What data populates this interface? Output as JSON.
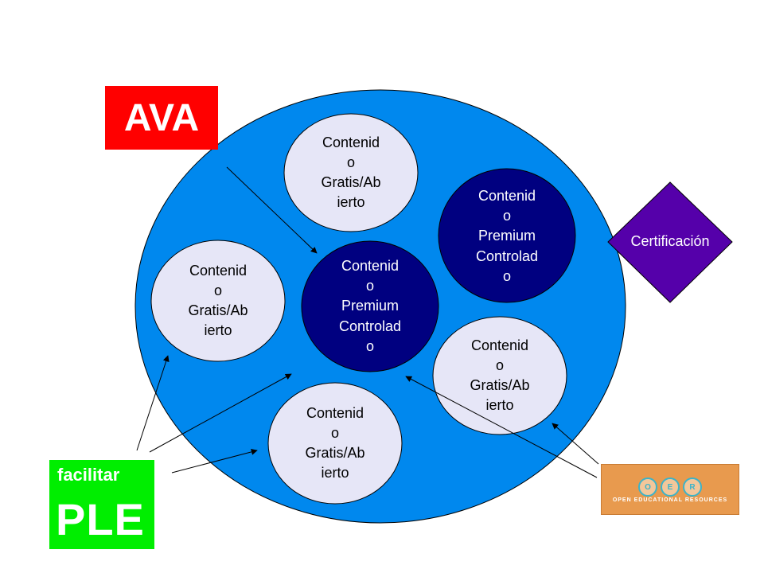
{
  "nodes": {
    "free_top": "Contenid\no\nGratis/Ab\nierto",
    "free_left": "Contenid\no\nGratis/Ab\nierto",
    "free_right": "Contenid\no\nGratis/Ab\nierto",
    "free_bottom": "Contenid\no\nGratis/Ab\nierto",
    "premium_center": "Contenid\no\nPremium\nControlad\no",
    "premium_right": "Contenid\no\nPremium\nControlad\no",
    "certification": "Certificación"
  },
  "ava_label": "AVA",
  "ple": {
    "small": "facilitar",
    "big": "PLE"
  },
  "oer_logo": {
    "letters": [
      "O",
      "E",
      "R"
    ],
    "caption": "OPEN EDUCATIONAL RESOURCES"
  },
  "colors": {
    "main_circle": "#0088ee",
    "free_fill": "#e6e6f7",
    "premium_fill": "#000080",
    "certification_fill": "#5500aa",
    "ava": "#ff0000",
    "ple": "#00ee00",
    "oer": "#e89a4e"
  }
}
